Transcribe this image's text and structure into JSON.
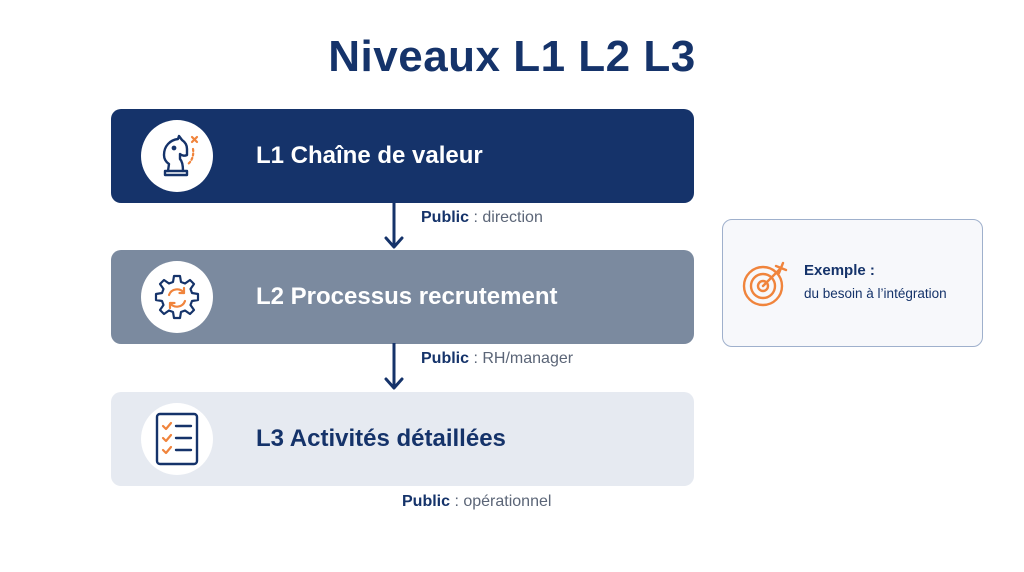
{
  "title": "Niveaux L1 L2 L3",
  "levels": [
    {
      "label": "L1 Chaîne de valeur",
      "icon": "chess-knight-icon"
    },
    {
      "label": "L2 Processus recrutement",
      "icon": "gear-cycle-icon"
    },
    {
      "label": "L3 Activités détaillées",
      "icon": "checklist-icon"
    }
  ],
  "audiences": [
    {
      "key": "Public",
      "sep": " : ",
      "value": "direction"
    },
    {
      "key": "Public",
      "sep": " : ",
      "value": "RH/manager"
    },
    {
      "key": "Public",
      "sep": " : ",
      "value": "opérationnel"
    }
  ],
  "example": {
    "title": "Exemple :",
    "text": "du besoin à l’intégration",
    "icon": "target-icon"
  },
  "colors": {
    "navy": "#15336a",
    "slate": "#7b8a9f",
    "light": "#e6eaf1",
    "accent": "#f0843c"
  }
}
